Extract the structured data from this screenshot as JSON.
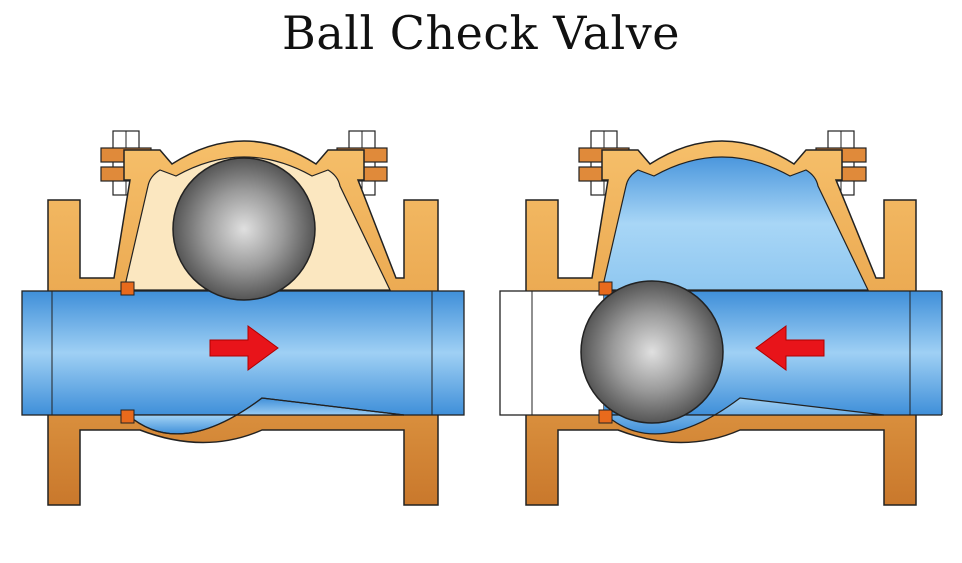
{
  "title": "Ball Check Valve",
  "colors": {
    "body_orange": "#e9a64e",
    "body_dark": "#c9812e",
    "fluid_blue": "#5ea8e6",
    "fluid_light": "#a9d6f5",
    "cavity_cream": "#fbe7c0",
    "ball_gray": "#8a8a8a",
    "seat_orange": "#e86a1c",
    "arrow_red": "#e8141a"
  },
  "diagrams": [
    {
      "name": "open-state",
      "flow_direction": "right",
      "ball_position": "lifted"
    },
    {
      "name": "closed-state",
      "flow_direction": "left",
      "ball_position": "seated"
    }
  ]
}
